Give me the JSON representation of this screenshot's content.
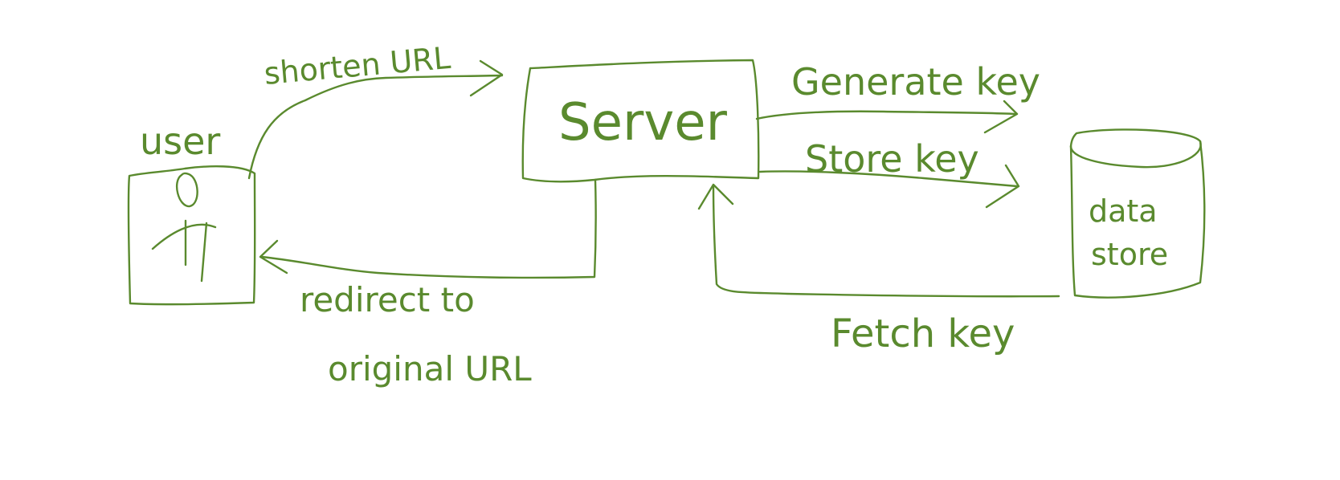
{
  "diagram": {
    "ink_color": "#5a8a2e",
    "nodes": {
      "user": {
        "label": "user"
      },
      "server": {
        "label": "Server"
      },
      "data_store": {
        "label_line1": "data",
        "label_line2": "store"
      }
    },
    "edges": {
      "shorten_url": {
        "label": "shorten URL"
      },
      "redirect": {
        "label_line1": "redirect to",
        "label_line2": "original URL"
      },
      "generate_key": {
        "label": "Generate key"
      },
      "store_key": {
        "label": "Store key"
      },
      "fetch_key": {
        "label": "Fetch key"
      }
    }
  }
}
